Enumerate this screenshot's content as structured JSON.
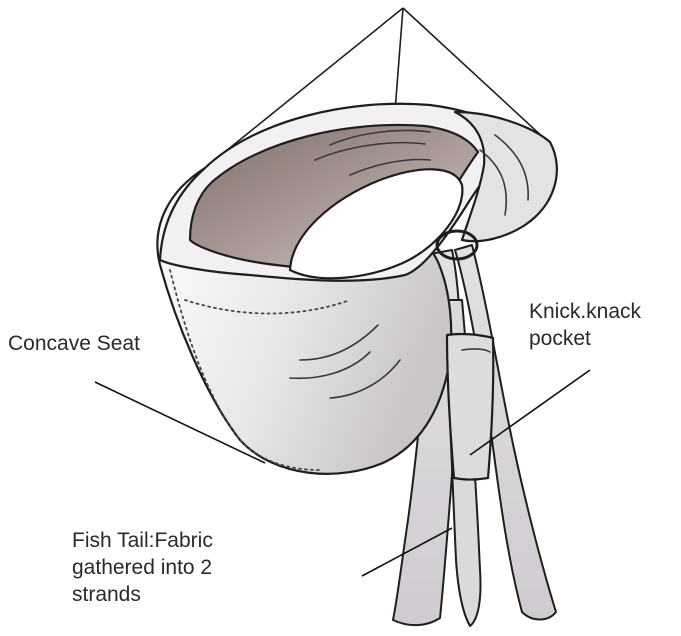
{
  "labels": {
    "concave_seat": "Concave Seat",
    "knick_knack_line1": "Knick.knack",
    "knick_knack_line2": "pocket",
    "fish_tail_line1": "Fish Tail:Fabric",
    "fish_tail_line2": "gathered into 2",
    "fish_tail_line3": "strands"
  },
  "colors": {
    "outline": "#1e1e1e",
    "fabric_outer": "#e6e4e6",
    "fabric_inner": "#9a8a87",
    "fabric_shadow": "#b9b4b8",
    "callout_line": "#111111"
  }
}
